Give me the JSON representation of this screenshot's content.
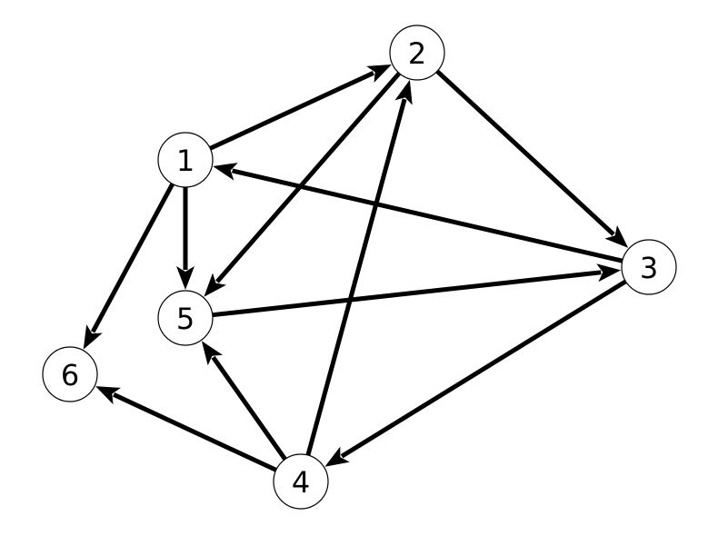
{
  "graph": {
    "nodes": [
      {
        "id": "1",
        "label": "1"
      },
      {
        "id": "2",
        "label": "2"
      },
      {
        "id": "3",
        "label": "3"
      },
      {
        "id": "4",
        "label": "4"
      },
      {
        "id": "5",
        "label": "5"
      },
      {
        "id": "6",
        "label": "6"
      }
    ],
    "edges": [
      {
        "from": "1",
        "to": "2"
      },
      {
        "from": "2",
        "to": "3"
      },
      {
        "from": "2",
        "to": "5"
      },
      {
        "from": "3",
        "to": "1"
      },
      {
        "from": "1",
        "to": "5"
      },
      {
        "from": "1",
        "to": "6"
      },
      {
        "from": "5",
        "to": "3"
      },
      {
        "from": "3",
        "to": "4"
      },
      {
        "from": "4",
        "to": "2"
      },
      {
        "from": "4",
        "to": "5"
      },
      {
        "from": "4",
        "to": "6"
      }
    ],
    "colors": {
      "node_fill": "#ffffff",
      "node_stroke": "#000000",
      "edge": "#000000",
      "background": "#ffffff"
    }
  }
}
